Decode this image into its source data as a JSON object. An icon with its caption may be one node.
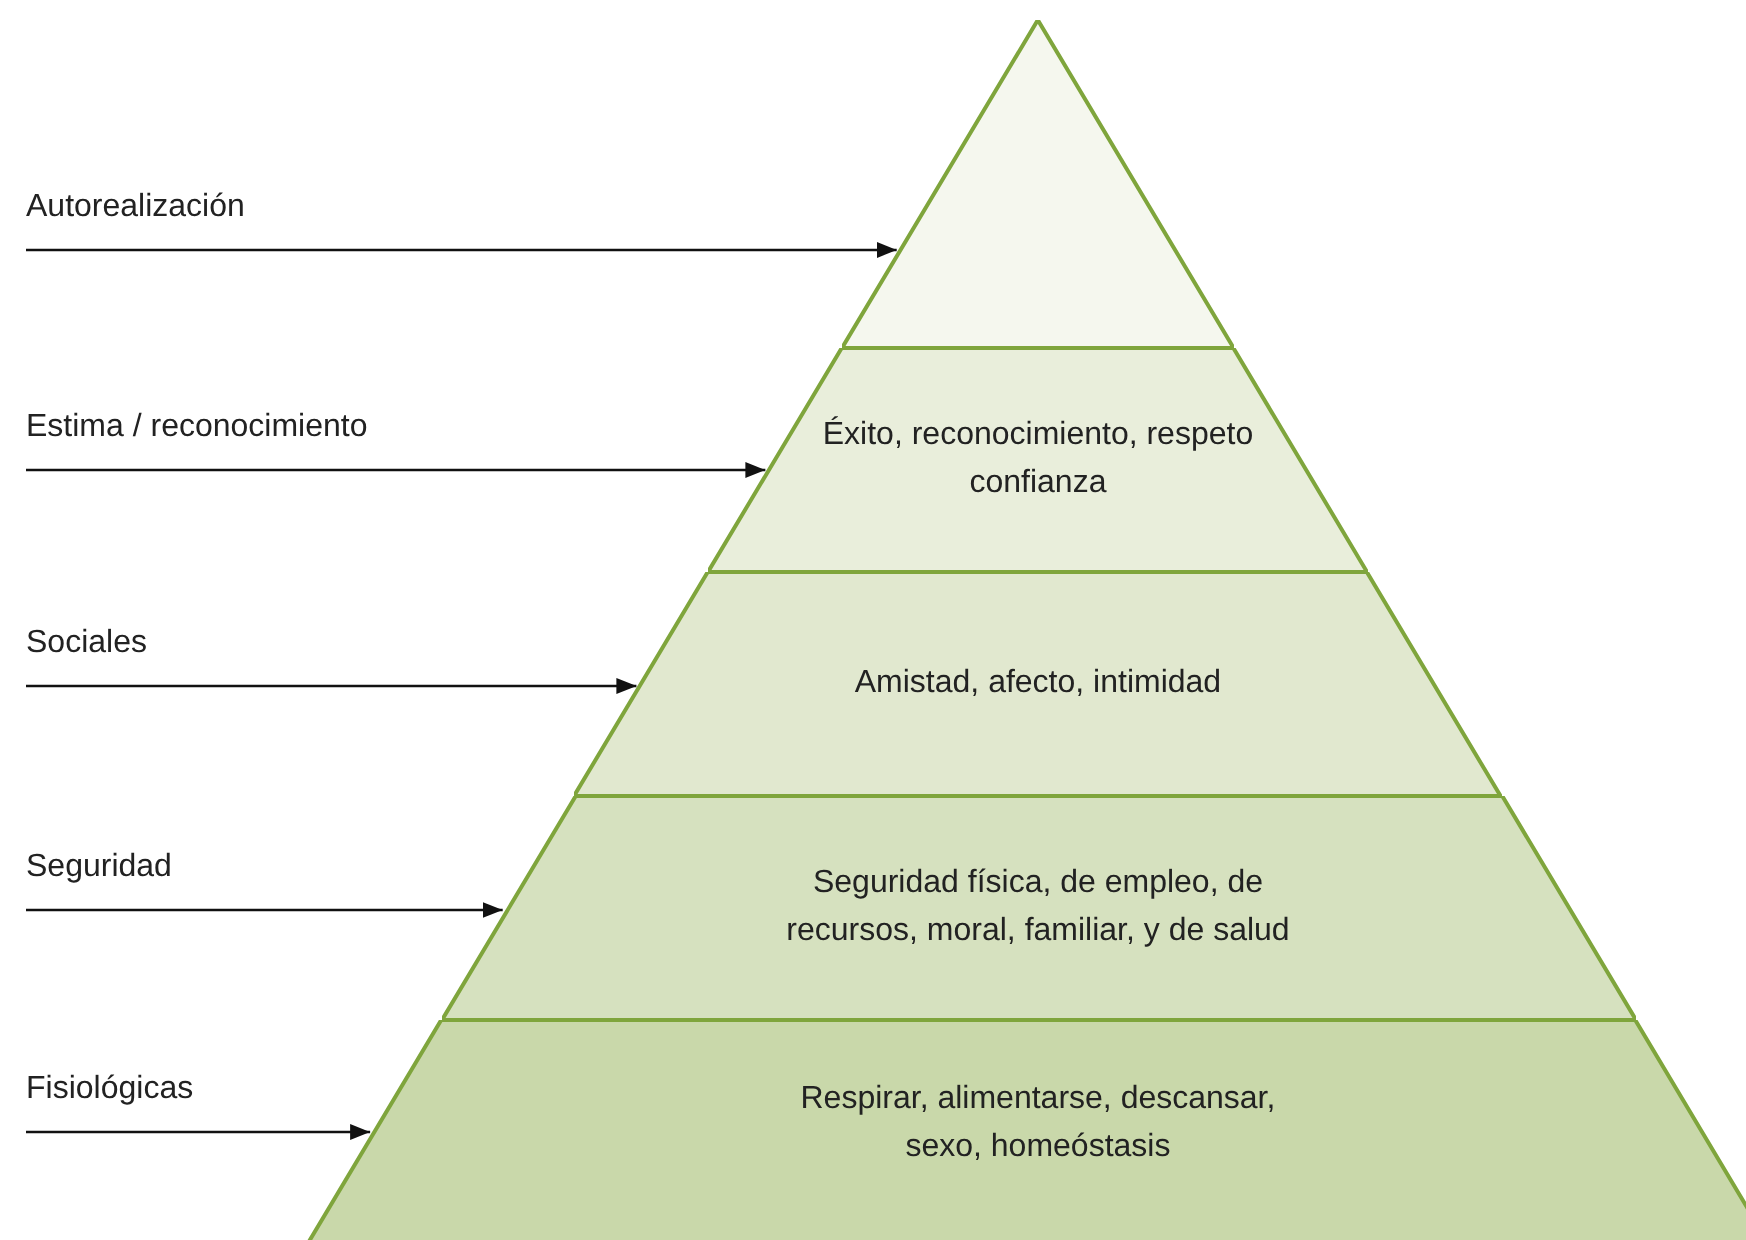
{
  "diagram": {
    "nodes": [
      {
        "text": [
          "Autorealización"
        ]
      },
      {
        "text": [
          "Estima / reconocimiento"
        ]
      },
      {
        "text": [
          "Sociales"
        ]
      },
      {
        "text": [
          "Seguridad"
        ]
      },
      {
        "text": [
          "Fisiológicas"
        ]
      },
      {
        "text": [],
        "shape": "triangle"
      },
      {
        "text": [
          "Éxito, reconocimiento, respeto confianza"
        ]
      },
      {
        "text": [
          "Amistad, afecto, intimidad"
        ]
      },
      {
        "text": [
          "Seguridad física, de empleo, de recursos, moral, familiar, y de salud"
        ]
      },
      {
        "text": [
          "Respirar, alimentarse, descansar, sexo, homeóstasis"
        ]
      }
    ],
    "edges": [
      {
        "from": 0,
        "to": 5,
        "arrow": "to"
      },
      {
        "from": 1,
        "to": 6,
        "arrow": "to"
      },
      {
        "from": 2,
        "to": 7,
        "arrow": "to"
      },
      {
        "from": 3,
        "to": 8,
        "arrow": "to"
      },
      {
        "from": 4,
        "to": 9,
        "arrow": "to"
      }
    ]
  }
}
